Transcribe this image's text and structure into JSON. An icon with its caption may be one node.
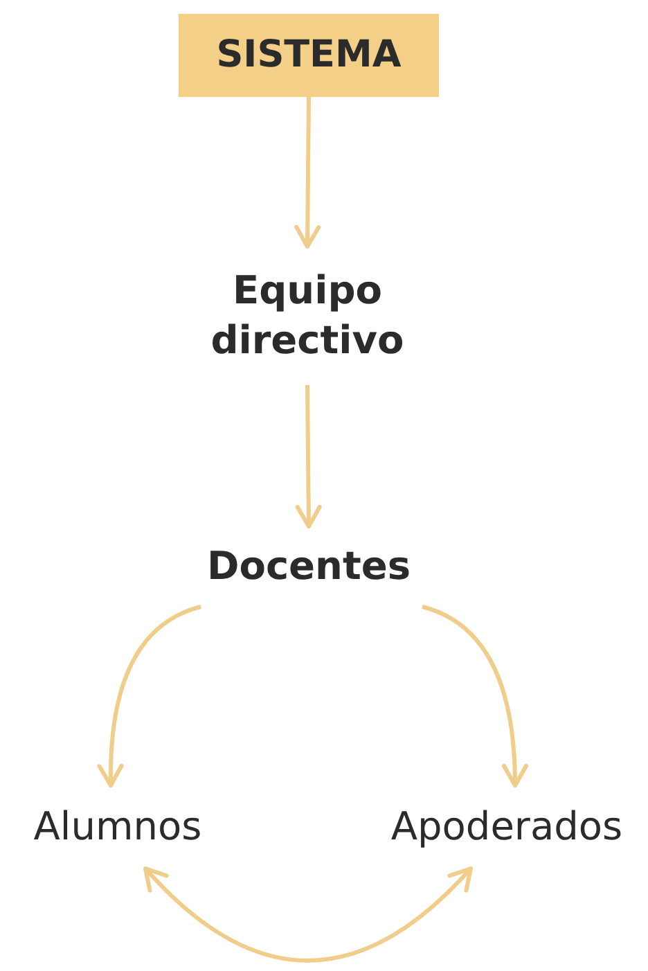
{
  "diagram": {
    "nodes": [
      {
        "text": [
          "SISTEMA"
        ]
      },
      {
        "text": [
          "Equipo directivo"
        ]
      },
      {
        "text": [
          "Docentes"
        ]
      },
      {
        "text": [
          "Alumnos"
        ]
      },
      {
        "text": [
          "Apoderados"
        ]
      }
    ],
    "edges": [
      {
        "from": 0,
        "to": 1,
        "arrow": "to"
      },
      {
        "from": 1,
        "to": 2,
        "arrow": "to"
      },
      {
        "from": 2,
        "to": 3,
        "arrow": "to"
      },
      {
        "from": 2,
        "to": 4,
        "arrow": "to"
      },
      {
        "from": 3,
        "to": 4,
        "arrow": "both"
      }
    ]
  }
}
